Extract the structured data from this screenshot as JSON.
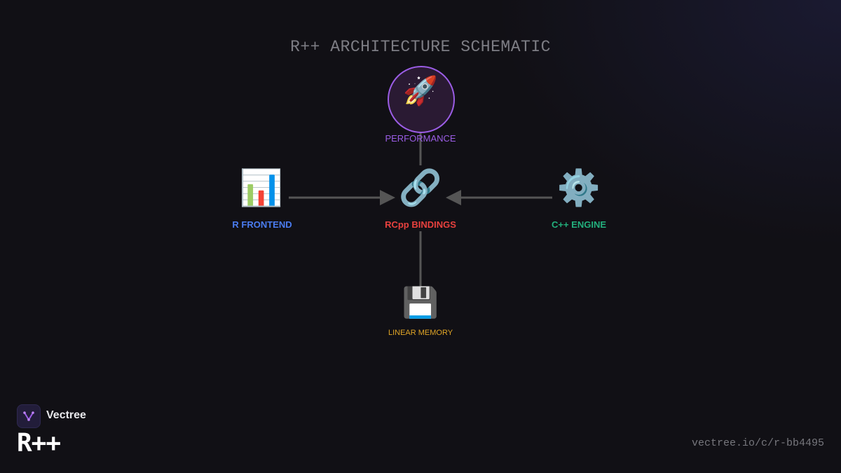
{
  "title": "R++ ARCHITECTURE SCHEMATIC",
  "colors": {
    "background": "#111015",
    "connector": "#555555",
    "performance": "#9b5de5",
    "frontend": "#4a7cf0",
    "bindings": "#e8413e",
    "engine": "#22b07d",
    "memory": "#e0a526"
  },
  "nodes": {
    "performance": {
      "icon": "rocket-icon",
      "glyph": "🚀",
      "label": "PERFORMANCE"
    },
    "frontend": {
      "icon": "bar-chart-icon",
      "glyph": "📊",
      "label": "R FRONTEND"
    },
    "bindings": {
      "icon": "link-icon",
      "glyph": "🔗",
      "label": "RCpp BINDINGS"
    },
    "engine": {
      "icon": "gear-icon",
      "glyph": "⚙️",
      "label": "C++ ENGINE"
    },
    "memory": {
      "icon": "floppy-disk-icon",
      "glyph": "💾",
      "label": "LINEAR MEMORY"
    }
  },
  "brand": {
    "name": "Vectree",
    "product": "R++",
    "url": "vectree.io/c/r-bb4495"
  }
}
